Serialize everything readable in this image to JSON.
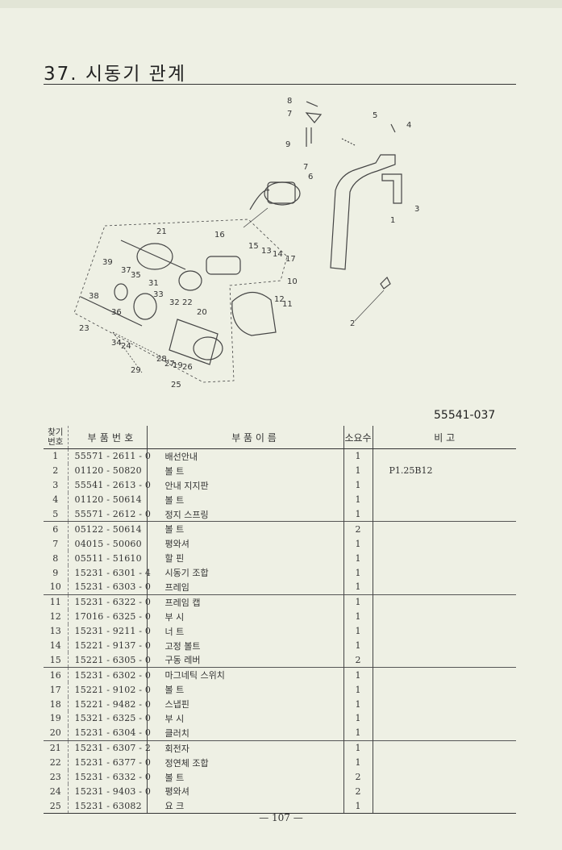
{
  "section_title": "37.  시동기 관계",
  "doc_number": "55541-037",
  "diagram_labels": [
    "8",
    "7",
    "5",
    "4",
    "9",
    "7",
    "6",
    "3",
    "1",
    "2",
    "21",
    "16",
    "15",
    "13",
    "14",
    "17",
    "39",
    "37",
    "35",
    "31",
    "33",
    "10",
    "38",
    "32",
    "22",
    "12",
    "11",
    "36",
    "20",
    "23",
    "34",
    "24",
    "28",
    "27",
    "19",
    "26",
    "29",
    "25"
  ],
  "table": {
    "headers": {
      "no": "찾기 번호",
      "part_no": "부  품  번  호",
      "name": "부    품    이    름",
      "qty": "소요수",
      "remarks": "비        고"
    },
    "rows": [
      {
        "no": "1",
        "part_no": "55571 - 2611 - 0",
        "name": "배선안내",
        "qty": "1",
        "remarks": ""
      },
      {
        "no": "2",
        "part_no": "01120 - 50820",
        "name": "볼  트",
        "qty": "1",
        "remarks": "P1.25B12"
      },
      {
        "no": "3",
        "part_no": "55541 - 2613 - 0",
        "name": "안내 지지판",
        "qty": "1",
        "remarks": ""
      },
      {
        "no": "4",
        "part_no": "01120 - 50614",
        "name": "볼  트",
        "qty": "1",
        "remarks": ""
      },
      {
        "no": "5",
        "part_no": "55571 - 2612 - 0",
        "name": "정지 스프링",
        "qty": "1",
        "remarks": ""
      },
      {
        "no": "6",
        "part_no": "05122 - 50614",
        "name": "볼  트",
        "qty": "2",
        "remarks": ""
      },
      {
        "no": "7",
        "part_no": "04015 - 50060",
        "name": "평와셔",
        "qty": "1",
        "remarks": ""
      },
      {
        "no": "8",
        "part_no": "05511 - 51610",
        "name": "할  핀",
        "qty": "1",
        "remarks": ""
      },
      {
        "no": "9",
        "part_no": "15231 - 6301 - 4",
        "name": "시동기 조합",
        "qty": "1",
        "remarks": ""
      },
      {
        "no": "10",
        "part_no": "15231 - 6303 - 0",
        "name": "프레임",
        "qty": "1",
        "remarks": ""
      },
      {
        "no": "11",
        "part_no": "15231 - 6322 - 0",
        "name": "프레임 캡",
        "qty": "1",
        "remarks": ""
      },
      {
        "no": "12",
        "part_no": "17016 - 6325 - 0",
        "name": "부  시",
        "qty": "1",
        "remarks": ""
      },
      {
        "no": "13",
        "part_no": "15231 - 9211 - 0",
        "name": "너  트",
        "qty": "1",
        "remarks": ""
      },
      {
        "no": "14",
        "part_no": "15221 - 9137 - 0",
        "name": "고정 볼트",
        "qty": "1",
        "remarks": ""
      },
      {
        "no": "15",
        "part_no": "15221 - 6305 - 0",
        "name": "구동 레버",
        "qty": "2",
        "remarks": ""
      },
      {
        "no": "16",
        "part_no": "15231 - 6302 - 0",
        "name": "마그네틱 스위치",
        "qty": "1",
        "remarks": ""
      },
      {
        "no": "17",
        "part_no": "15221 - 9102 - 0",
        "name": "볼  트",
        "qty": "1",
        "remarks": ""
      },
      {
        "no": "18",
        "part_no": "15221 - 9482 - 0",
        "name": "스냅핀",
        "qty": "1",
        "remarks": ""
      },
      {
        "no": "19",
        "part_no": "15321 - 6325 - 0",
        "name": "부  시",
        "qty": "1",
        "remarks": ""
      },
      {
        "no": "20",
        "part_no": "15231 - 6304 - 0",
        "name": "클러치",
        "qty": "1",
        "remarks": ""
      },
      {
        "no": "21",
        "part_no": "15231 - 6307 - 2",
        "name": "회전자",
        "qty": "1",
        "remarks": ""
      },
      {
        "no": "22",
        "part_no": "15231 - 6377 - 0",
        "name": "정연체 조합",
        "qty": "1",
        "remarks": ""
      },
      {
        "no": "23",
        "part_no": "15231 - 6332 - 0",
        "name": "볼  트",
        "qty": "2",
        "remarks": ""
      },
      {
        "no": "24",
        "part_no": "15231 - 9403 - 0",
        "name": "평와셔",
        "qty": "2",
        "remarks": ""
      },
      {
        "no": "25",
        "part_no": "15231 - 63082",
        "name": "요  크",
        "qty": "1",
        "remarks": ""
      }
    ]
  },
  "page_number": "— 107 —"
}
